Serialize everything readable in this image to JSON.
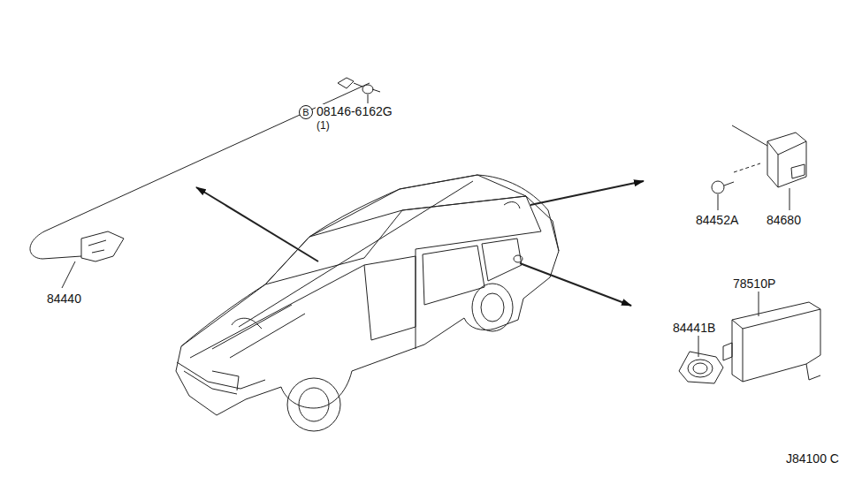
{
  "diagram": {
    "labels": [
      "84440",
      "B",
      "08146-6162G",
      "(1)",
      "84452A",
      "84680",
      "78510P",
      "84441B",
      "J84100 C"
    ]
  }
}
